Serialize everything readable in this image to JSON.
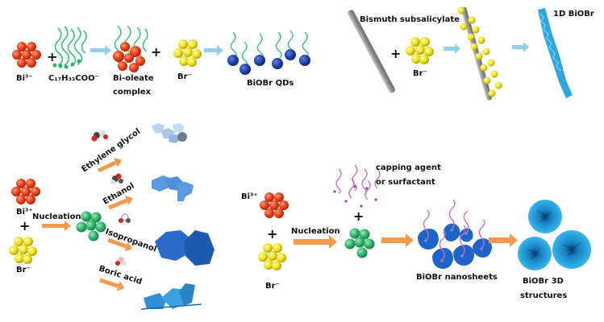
{
  "colors": {
    "bismuth": "#e8401c",
    "bromide": "#f2e11a",
    "nucleus": "#2fb36a",
    "oleate_chain": "#3dbf7a",
    "qd": "#1f3fa6",
    "capping_chain": "#c270c8",
    "blue_arrow": "#8fd0ef",
    "orange_arrow": "#f59a4c",
    "rod": "#9a9a9a",
    "nanosheet": "#1e64c8",
    "onedim": "#2fa7de",
    "structure3d": "#1e9ad6"
  },
  "panel_a": {
    "bi_label": "Bi³⁻",
    "oleate_label": "C₁₇H₃₃COO⁻",
    "complex_label_line1": "Bi-oleate",
    "complex_label_line2": "complex",
    "br_label": "Br⁻",
    "product_label": "BiOBr QDs",
    "plus": "+"
  },
  "panel_b": {
    "precursor_label": "Bismuth subsalicylate",
    "br_label": "Br⁻",
    "product_label": "1D BiOBr",
    "plus": "+"
  },
  "panel_c": {
    "bi_label": "Bi³⁺",
    "br_label": "Br⁻",
    "plus": "+",
    "nucleation_label": "Nucleation",
    "branches": [
      {
        "solvent": "Ethylene glycol"
      },
      {
        "solvent": "Ethanol"
      },
      {
        "solvent": "Isopropanol"
      },
      {
        "solvent": "Boric acid"
      }
    ]
  },
  "panel_d": {
    "bi_label": "Bi³⁺",
    "br_label": "Br⁻",
    "plus": "+",
    "nucleation_label": "Nucleation",
    "capping_line1": "capping agent",
    "capping_line2": "or surfactant",
    "nanosheets_label": "BiOBr nanosheets",
    "structures_line1": "BiOBr 3D",
    "structures_line2": "structures"
  }
}
